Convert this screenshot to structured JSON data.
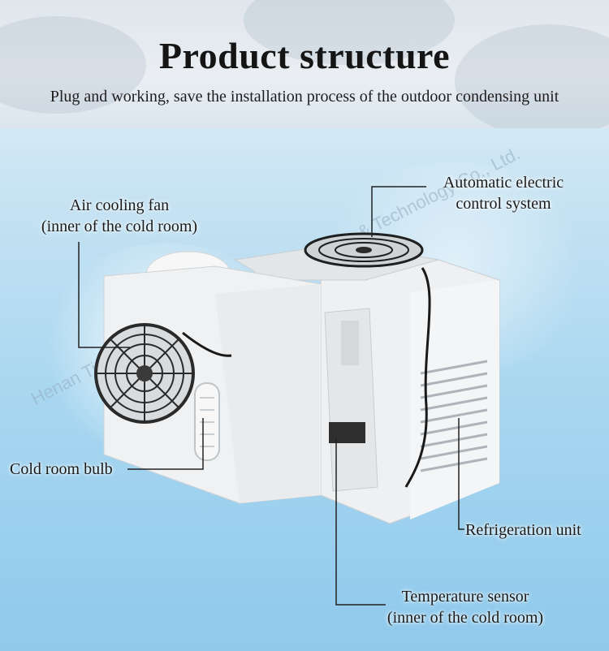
{
  "header": {
    "title": "Product structure",
    "subtitle": "Plug and working, save the installation process of the outdoor condensing unit"
  },
  "labels": {
    "air_fan_line1": "Air cooling fan",
    "air_fan_line2": "(inner of the cold room)",
    "control_line1": "Automatic electric",
    "control_line2": "control system",
    "bulb": "Cold room  bulb",
    "refrigeration": "Refrigeration unit",
    "sensor_line1": "Temperature sensor",
    "sensor_line2": "(inner of the cold room)"
  },
  "watermark": "Henan Tianjie Cold Chain Equipment Science & Technology Co., Ltd."
}
